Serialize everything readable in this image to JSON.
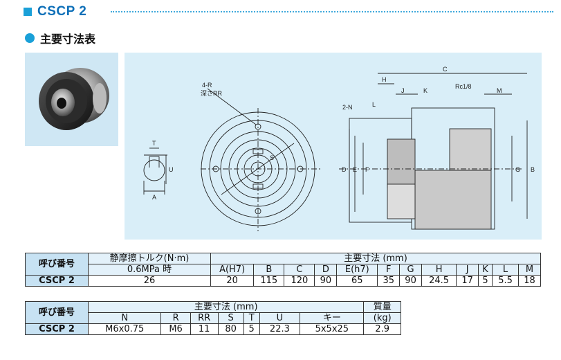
{
  "header": {
    "title": "CSCP 2"
  },
  "section": {
    "title": "主要寸法表"
  },
  "drawing": {
    "labels": {
      "r4": "4-R",
      "rr": "深さRR",
      "n2": "2-N",
      "t": "T",
      "u": "U",
      "a": "A",
      "s": "S",
      "c": "C",
      "h": "H",
      "j": "J",
      "k": "K",
      "l": "L",
      "rc": "Rc1/8",
      "m": "M",
      "d": "D",
      "e": "E",
      "f": "F",
      "g": "G",
      "b": "B"
    }
  },
  "table1": {
    "name_header": "呼び番号",
    "torque_header": "静摩擦トルク(N·m)",
    "torque_sub": "0.6MPa 時",
    "dims_header": "主要寸法 (mm)",
    "columns": [
      "A(H7)",
      "B",
      "C",
      "D",
      "E(h7)",
      "F",
      "G",
      "H",
      "J",
      "K",
      "L",
      "M"
    ],
    "row": {
      "name": "CSCP 2",
      "torque": "26",
      "values": [
        "20",
        "115",
        "120",
        "90",
        "65",
        "35",
        "90",
        "24.5",
        "17",
        "5",
        "5.5",
        "18"
      ]
    }
  },
  "table2": {
    "name_header": "呼び番号",
    "dims_header": "主要寸法 (mm)",
    "mass_header_1": "質量",
    "mass_header_2": "(kg)",
    "columns": [
      "N",
      "R",
      "RR",
      "S",
      "T",
      "U",
      "キー"
    ],
    "row": {
      "name": "CSCP 2",
      "values": [
        "M6x0.75",
        "M6",
        "11",
        "80",
        "5",
        "22.3",
        "5x5x25"
      ],
      "mass": "2.9"
    }
  }
}
